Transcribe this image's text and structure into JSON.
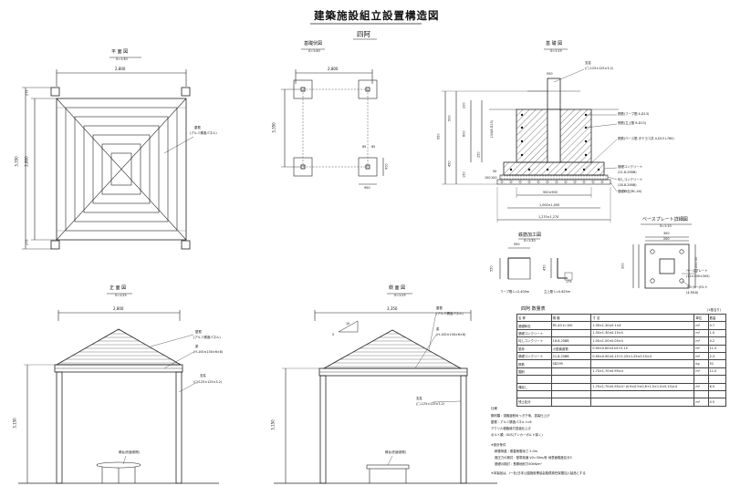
{
  "title": "建築施設組立設置構造図",
  "subtitle": "四阿",
  "plan": {
    "caption": "平 面 図",
    "scale": "S=1:30",
    "width_dim": "2,800",
    "height_total": "3,350",
    "height_inner": "2,800",
    "edge_dim": "275",
    "note_line1": "屋根",
    "note_line2": "(アルミ鋳造パネル)"
  },
  "foundation": {
    "caption": "基礎伏図",
    "scale": "S=1:40",
    "width_dim": "2,800",
    "height_dim": "3,350",
    "offset1": "85",
    "offset2": "85",
    "size": "900"
  },
  "section": {
    "caption": "基 礎 図",
    "scale": "S=1:15",
    "col_label": "支柱",
    "col_spec": "(□-125×125×3.2)",
    "dim_550": "550",
    "dim_500": "500",
    "dim_950": "950",
    "dim_450": "450",
    "dim_200": "200",
    "dim_800": "800",
    "dim_150": "150",
    "dim_250": "250",
    "dim_100a": "100",
    "dim_100b": "100",
    "dim_50": "50",
    "inner1": "900×900",
    "inner2": "1,000×1,000",
    "outer": "1,270×1,270",
    "rebar_hoop": "鉄筋(フープ筋 4-D13)",
    "rebar_vert": "鉄筋(立上筋 8-D13)",
    "rebar_base": "鉄筋(ベース筋 タテヨコ共 4-D13 L780)",
    "concrete_base": "基礎コンクリート",
    "concrete_base_spec": "(21-8-25BB)",
    "lean_concrete": "均しコンクリート",
    "lean_concrete_spec": "(18-8-25BB)",
    "gravel": "基礎砕石(RC-40)",
    "left_rebar": "100(8-D13)"
  },
  "rebar": {
    "caption": "鉄筋加工図",
    "scale": "S=1:30",
    "dim_550": "550",
    "dim_450": "450",
    "dim_175": "175",
    "hoop": "フープ筋 L=2,400m",
    "vert": "立上筋 L=0.625m"
  },
  "baseplate": {
    "caption": "ベースプレート詳細図",
    "scale": "S=1:10",
    "dim_300": "300",
    "dim_200": "200",
    "dim_50_50": "50 200 50",
    "plate": "ベースプレート",
    "plate_spec": "(12×300×300)",
    "bolt": "アンカーボルト",
    "bolt_spec": "(4-M16)"
  },
  "front": {
    "caption": "正 面 図",
    "scale": "S=1:25",
    "width": "2,800",
    "height": "3,150",
    "roof": "屋根",
    "roof_spec": "(アルミ鋳造パネル)",
    "beam": "梁",
    "beam_spec": "(H-100×100×6×8)",
    "column": "支柱",
    "column_spec": "(□-125×125×3.2)",
    "bench": "縁台(別途参照)"
  },
  "side": {
    "caption": "側 面 図",
    "scale": "S=1:25",
    "width": "3,350",
    "height": "3,150",
    "slope": "10",
    "slope_v": "5",
    "roof": "屋根",
    "roof_spec": "(アルミ鋳造パネル)",
    "beam": "梁",
    "beam_spec": "(H-100×100×6×8)",
    "column": "支柱",
    "column_spec": "(□-125×125×3.2)",
    "bench": "縁台(別途参照)"
  },
  "quantity": {
    "caption": "四阿 数量表",
    "unit_note": "(1基当り)",
    "headers": [
      "名 称",
      "規 格",
      "寸 法",
      "単位",
      "数量"
    ],
    "rows": [
      [
        "基礎砕石",
        "RC-40 t=100",
        "1.30×1.30×0.1×4",
        "m³",
        "0.7"
      ],
      [
        "基礎コンクリート",
        "",
        "1.30×1.30×0.15×4",
        "m³",
        "1.0"
      ],
      [
        "均しコンクリート",
        "18-8-25BB",
        "1.00×1.00×0.05×4",
        "m³",
        "0.2"
      ],
      [
        "型枠",
        "小型構造物",
        "0.90×0.80×4×4+0.15",
        "m²",
        "11.5"
      ],
      [
        "基礎コンクリート",
        "21-8-25BB",
        "0.90×0.90×0.15+1.25×1.25×0.15×4",
        "m³",
        "2.3"
      ],
      [
        "鉄筋",
        "SD295",
        "",
        "kg",
        "52"
      ],
      [
        "掘削",
        "",
        "1.70×1.70×0.95×4",
        "m³",
        "11.0"
      ],
      [
        "",
        "",
        "",
        "",
        ""
      ],
      [
        "埋戻し",
        "",
        "1.70×1.70×0.95×4−(0.9×0.9×0.8+1.0×1.0×0.15)×4",
        "m³",
        "6.5"
      ],
      [
        "",
        "",
        "",
        "",
        ""
      ],
      [
        "残土処分",
        "",
        "",
        "m³",
        "4.5"
      ]
    ]
  },
  "specs": {
    "header": "仕様",
    "lines": [
      "鋼材類  : 溶融亜鉛めっき下地、塗装仕上げ",
      "屋根   : アルミ鋳造パネル t=6",
      "       アクリル樹脂焼付塗装仕上げ",
      "ボルト類 : SUS(アンカーボルト除く)"
    ],
    "design_header": "※設計条件",
    "design_lines": [
      "積雪荷重     : 垂直積雪深さ 2.0m",
      "風圧力の検討   : 基準風速 V0=30m/秒 地表面粗度区分3",
      "基礎の検討    : 長期地耐力50kN/m²"
    ],
    "note": "※本製品は、(一社)日本公園施設業協会賠償責任保険加入製品とする"
  }
}
